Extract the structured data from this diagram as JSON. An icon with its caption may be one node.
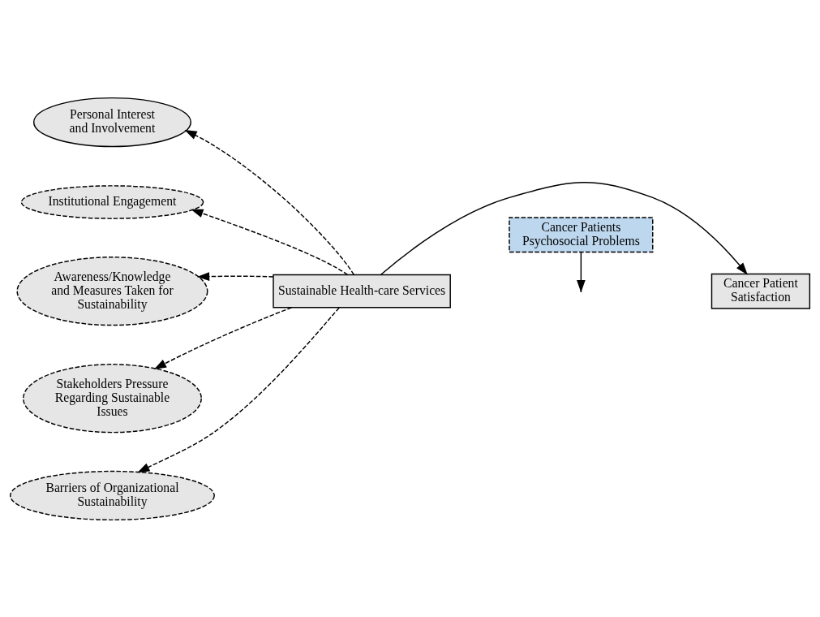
{
  "diagram": {
    "nodes": [
      {
        "text": [
          "Personal Interest and Involvement"
        ]
      },
      {
        "text": [
          "Institutional Engagement"
        ]
      },
      {
        "text": [
          "Awareness/Knowledge and Measures Taken for Sustainability"
        ]
      },
      {
        "text": [
          "Stakeholders Pressure Regarding Sustainable Issues"
        ]
      },
      {
        "text": [
          "Barriers of Organizational Sustainability"
        ]
      },
      {
        "text": [
          "Sustainable Health-care Services"
        ]
      },
      {
        "text": [
          "Cancer Patient Satisfaction"
        ]
      },
      {
        "text": [
          "Cancer Patients Psychosocial Problems"
        ]
      }
    ],
    "edges": [
      {
        "from": 5,
        "to": 0,
        "arrow": "to",
        "style": "dashed"
      },
      {
        "from": 5,
        "to": 1,
        "arrow": "to",
        "style": "dashed"
      },
      {
        "from": 5,
        "to": 2,
        "arrow": "to",
        "style": "dashed"
      },
      {
        "from": 5,
        "to": 3,
        "arrow": "to",
        "style": "dashed"
      },
      {
        "from": 5,
        "to": 4,
        "arrow": "to",
        "style": "dashed"
      },
      {
        "from": 5,
        "to": 6,
        "arrow": "to"
      },
      {
        "from": 7,
        "to": null,
        "arrow": "to"
      }
    ]
  }
}
